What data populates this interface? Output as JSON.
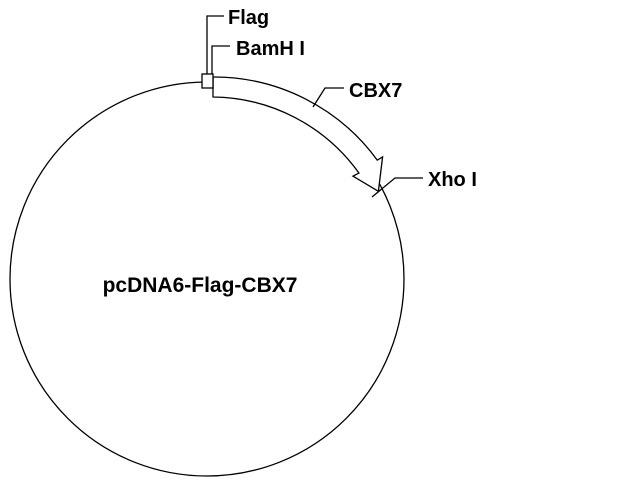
{
  "plasmid": {
    "name": "pcDNA6-Flag-CBX7"
  },
  "features": {
    "flag": "Flag",
    "bamhi": "BamH I",
    "cbx7": "CBX7",
    "xhoi": "Xho I"
  },
  "colors": {
    "line": "#000000",
    "background": "#ffffff"
  }
}
